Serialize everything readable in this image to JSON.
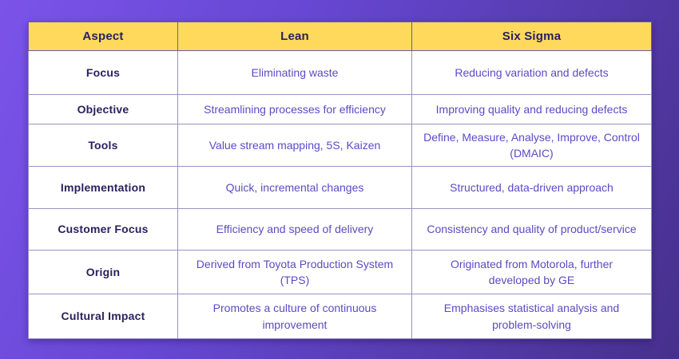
{
  "page": {
    "title": "Lean vs Six Sigma comparison table"
  },
  "theme": {
    "background_gradient_start": "#7B53E9",
    "background_gradient_end": "#46308C",
    "header_bg": "#FFD95C",
    "header_text": "#2A215E",
    "cell_text": "#5B4BC5",
    "cell_bg": "#FFFFFF",
    "border_color": "#9A92C2"
  },
  "table": {
    "columns": [
      "Aspect",
      "Lean",
      "Six Sigma"
    ],
    "rows": [
      {
        "aspect": "Focus",
        "lean": "Eliminating waste",
        "six_sigma": "Reducing variation and defects"
      },
      {
        "aspect": "Objective",
        "lean": "Streamlining processes for efficiency",
        "six_sigma": "Improving quality and reducing defects"
      },
      {
        "aspect": "Tools",
        "lean": "Value stream mapping, 5S, Kaizen",
        "six_sigma": "Define, Measure, Analyse, Improve, Control (DMAIC)"
      },
      {
        "aspect": "Implementation",
        "lean": "Quick, incremental changes",
        "six_sigma": "Structured, data-driven approach"
      },
      {
        "aspect": "Customer Focus",
        "lean": "Efficiency and speed of delivery",
        "six_sigma": "Consistency and quality of product/service"
      },
      {
        "aspect": "Origin",
        "lean": "Derived from Toyota Production System (TPS)",
        "six_sigma": "Originated from Motorola, further developed by GE"
      },
      {
        "aspect": "Cultural Impact",
        "lean": "Promotes a culture of continuous improvement",
        "six_sigma": "Emphasises statistical analysis and problem-solving"
      }
    ]
  }
}
